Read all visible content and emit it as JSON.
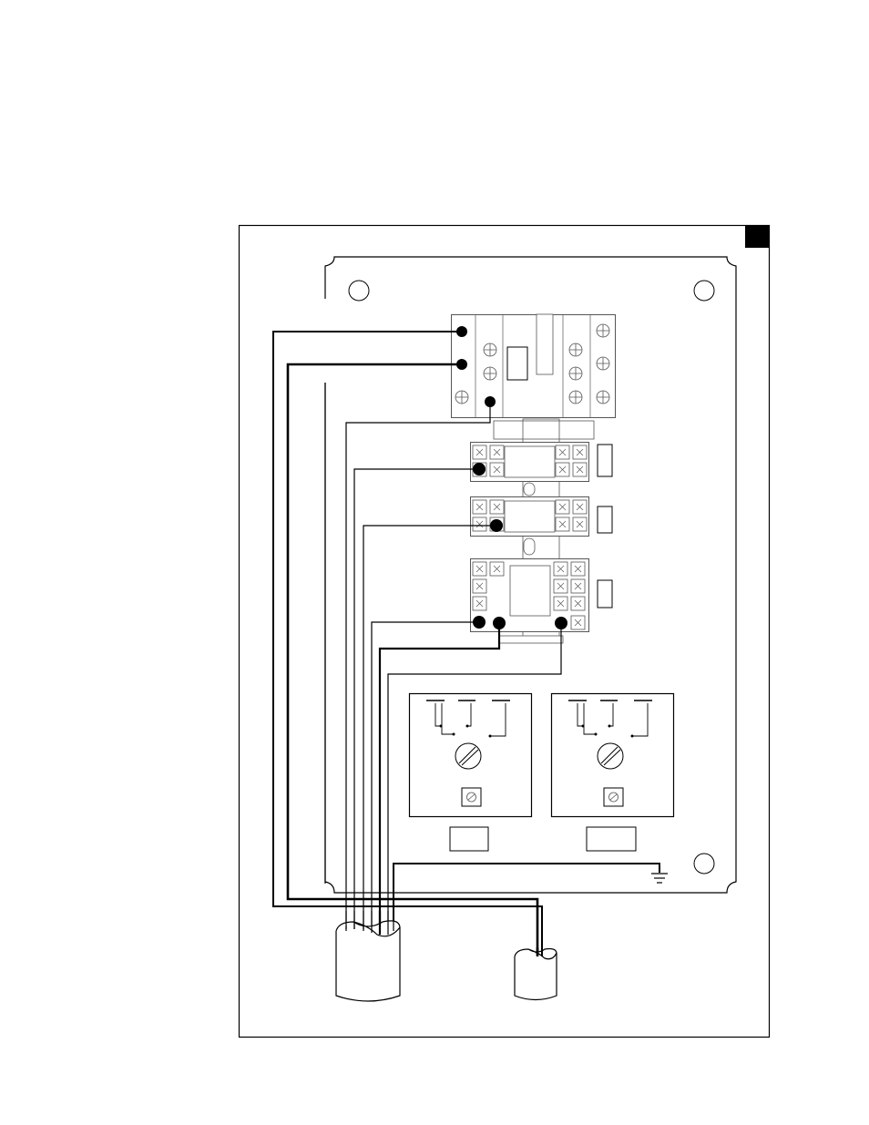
{
  "diagram": {
    "description_visible_text": "",
    "colors": {
      "line": "#000000",
      "panel_fill": "#ffffff",
      "component_stroke": "#555555",
      "corner_tab": "#000000",
      "terminal_dot": "#000000",
      "shading": "#dddddd"
    },
    "components": [
      {
        "name": "enclosure-outer-panel"
      },
      {
        "name": "backplate"
      },
      {
        "name": "mounting-hole",
        "count": 3
      },
      {
        "name": "contactor"
      },
      {
        "name": "relay-socket",
        "count": 3
      },
      {
        "name": "timer-module",
        "count": 2
      },
      {
        "name": "ground-symbol"
      },
      {
        "name": "conduit",
        "count": 2
      }
    ],
    "icons": [
      "ground-icon",
      "screw-terminal-icon",
      "wire-connection-dot-icon",
      "rotary-knob-icon",
      "adjustment-screw-icon"
    ]
  }
}
